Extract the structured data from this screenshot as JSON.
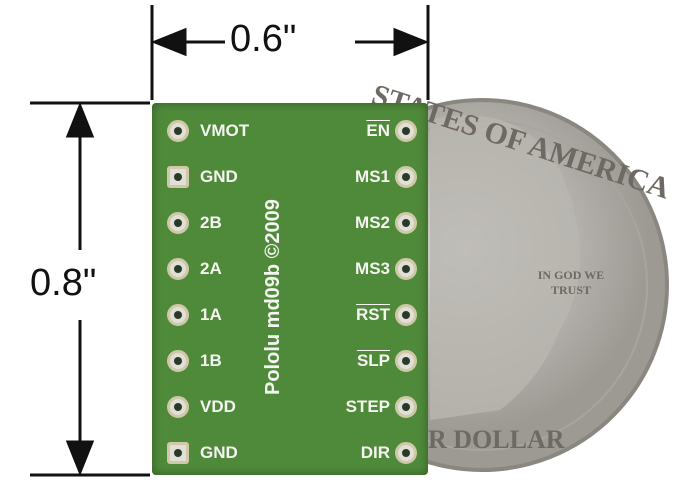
{
  "dimensions": {
    "width": "0.6\"",
    "height": "0.8\""
  },
  "board": {
    "marking": "Pololu md09b ©2009",
    "left_pins": [
      "VMOT",
      "GND",
      "2B",
      "2A",
      "1A",
      "1B",
      "VDD",
      "GND"
    ],
    "right_pins": [
      "EN",
      "MS1",
      "MS2",
      "MS3",
      "RST",
      "SLP",
      "STEP",
      "DIR"
    ]
  },
  "coin": {
    "top_text": "STATES OF AMERICA",
    "motto": "IN GOD WE TRUST",
    "bottom_text": "R DOLLAR"
  }
}
